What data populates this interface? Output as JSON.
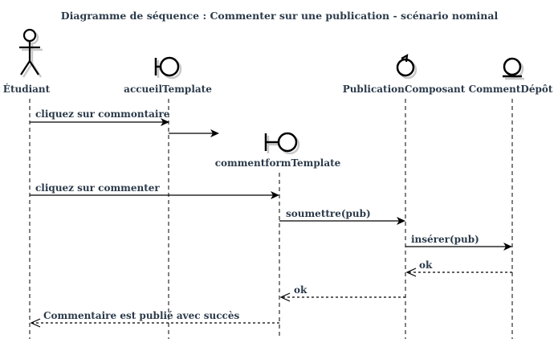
{
  "diagram": {
    "title": "Diagramme de séquence : Commenter sur une publication - scénario nominal"
  },
  "participants": [
    {
      "id": "etudiant",
      "label": "Étudiant",
      "kind": "actor"
    },
    {
      "id": "accueil",
      "label": "accueilTemplate",
      "kind": "boundary"
    },
    {
      "id": "commentform",
      "label": "commentformTemplate",
      "kind": "boundary"
    },
    {
      "id": "publication",
      "label": "PublicationComposant",
      "kind": "control"
    },
    {
      "id": "commentdepot",
      "label": "CommentDépôt",
      "kind": "entity"
    }
  ],
  "messages": [
    {
      "from": "etudiant",
      "to": "accueil",
      "label": "cliquez sur commontaire",
      "kind": "sync"
    },
    {
      "from": "accueil",
      "to": "commentform",
      "label": "",
      "kind": "create"
    },
    {
      "from": "etudiant",
      "to": "commentform",
      "label": "cliquez sur commenter",
      "kind": "sync"
    },
    {
      "from": "commentform",
      "to": "publication",
      "label": "soumettre(pub)",
      "kind": "sync"
    },
    {
      "from": "publication",
      "to": "commentdepot",
      "label": "insérer(pub)",
      "kind": "sync"
    },
    {
      "from": "commentdepot",
      "to": "publication",
      "label": "ok",
      "kind": "reply"
    },
    {
      "from": "publication",
      "to": "commentform",
      "label": "ok",
      "kind": "reply"
    },
    {
      "from": "commentform",
      "to": "etudiant",
      "label": "Commentaire est publié avec succès",
      "kind": "reply"
    }
  ]
}
